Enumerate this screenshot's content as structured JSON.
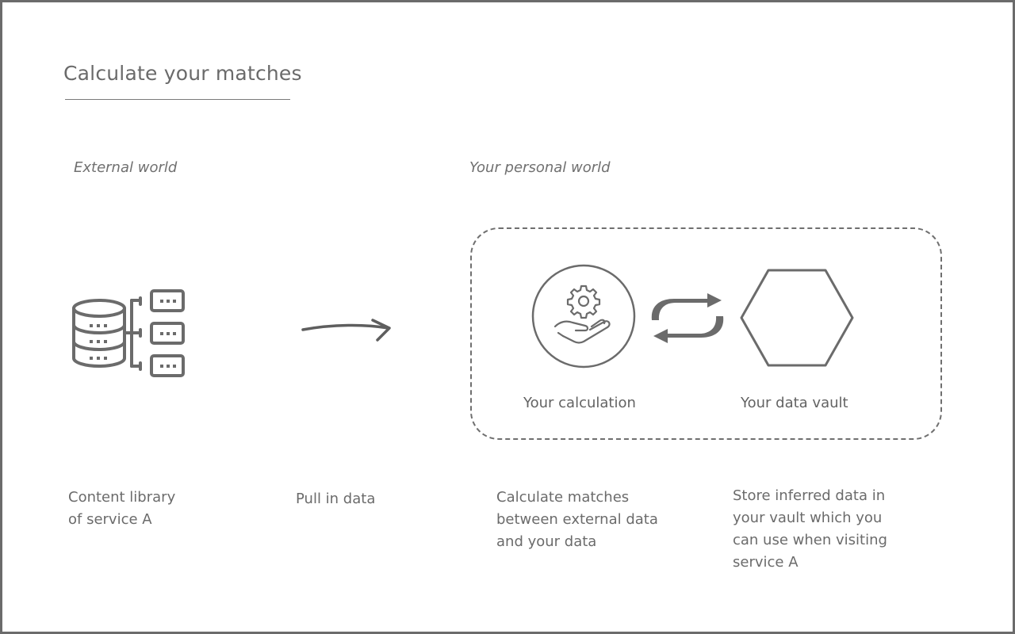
{
  "title": "Calculate your matches",
  "sections": {
    "external": "External world",
    "personal": "Your personal world"
  },
  "nodes": {
    "calculation": "Your calculation",
    "vault": "Your data vault"
  },
  "captions": {
    "library": "Content library\nof service A",
    "pull": "Pull in data",
    "calculate": "Calculate matches\nbetween external data\nand your data",
    "store": "Store inferred data in\nyour vault which you\ncan use when visiting\nservice A"
  },
  "icons": {
    "library": "database-hierarchy-icon",
    "pull": "curved-arrow-right-icon",
    "calculation": "gear-in-hand-icon",
    "exchange": "sync-arrows-icon",
    "vault": "hexagon-icon"
  },
  "colors": {
    "stroke": "#6b6b6b",
    "text": "#666666",
    "frame": "#6b6b6b"
  }
}
